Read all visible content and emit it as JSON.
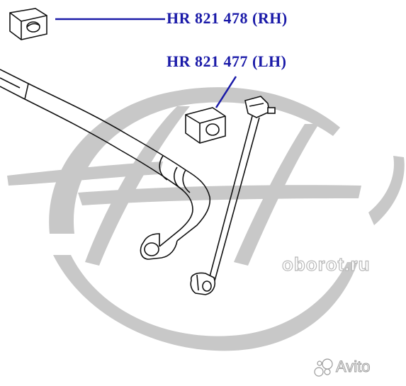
{
  "labels": {
    "rh": "HR 821 478 (RH)",
    "lh": "HR 821 477 (LH)"
  },
  "watermarks": {
    "site": "oborot.ru",
    "marketplace": "Avito"
  },
  "colors": {
    "label_blue": "#1a1aa8",
    "logo_gray": "#c8c8c8",
    "drawing_line": "#111111"
  }
}
